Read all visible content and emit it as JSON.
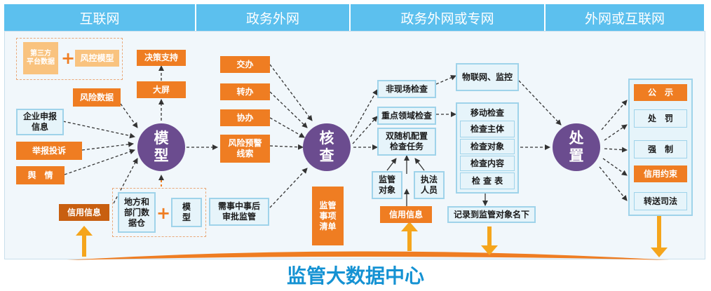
{
  "headers": [
    "互联网",
    "政务外网",
    "政务外网或专网",
    "外网或互联网"
  ],
  "internet": {
    "third_party": "第三方\n平台数据",
    "risk_model": "风控模型",
    "risk_data": "风险数据",
    "enterprise_report": "企业申报\n信息",
    "complaint": "举报投诉",
    "public_opinion": "舆　情",
    "credit_info": "信用信息"
  },
  "model": {
    "circle": "模\n型",
    "decision": "决策支持",
    "big_screen": "大屏",
    "local_data": "地方和\n部门数\n据仓",
    "model_box": "模\n型"
  },
  "gov": {
    "jiaoban": "交办",
    "zhuanban": "转办",
    "xieban": "协办",
    "risk_warning": "风险预警\n线索",
    "approval": "需事中事后\n审批监管"
  },
  "verify": {
    "circle": "核\n查",
    "item_list": "监管\n事项\n清单"
  },
  "check": {
    "offsite": "非现场检查",
    "key_area": "重点领域检查",
    "double_random": "双随机配置\n检查任务",
    "target": "监管\n对象",
    "enforcer": "执法\n人员",
    "credit_info": "信用信息",
    "iot": "物联网、监控",
    "mobile_title": "移动检查",
    "mobile_items": [
      "检查主体",
      "检查对象",
      "检查内容",
      "检 查 表"
    ],
    "record": "记录到监管对象名下"
  },
  "dispose": {
    "circle": "处\n置",
    "items": [
      "公　示",
      "处　罚",
      "强　制",
      "信用约束",
      "转送司法"
    ]
  },
  "footer_title": "监管大数据中心",
  "colors": {
    "header": "#5cc0ee",
    "orange": "#ef7d22",
    "purple": "#6b4c8f",
    "title": "#1592d3"
  }
}
